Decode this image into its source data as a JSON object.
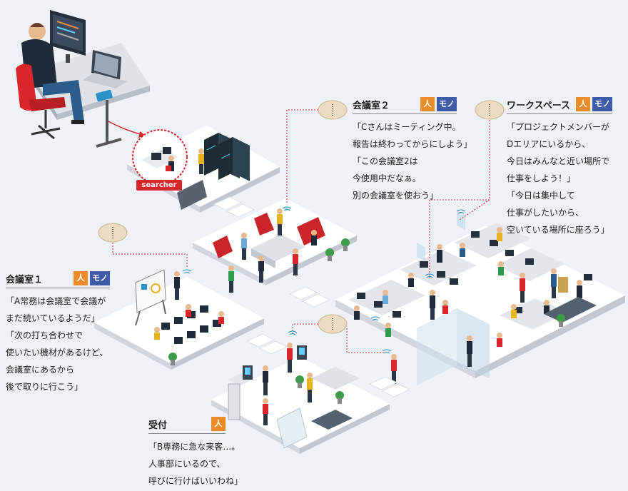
{
  "searcher_label": "searcher",
  "badges": {
    "person": "人",
    "thing": "モノ"
  },
  "callouts": {
    "meeting_room_2": {
      "title": "会議室２",
      "lines": [
        "「Cさんはミーティング中。",
        "報告は終わってからにしよう」",
        "「この会議室2は",
        "今使用中だなぁ。",
        "別の会議室を使おう」"
      ]
    },
    "workspace": {
      "title": "ワークスペース",
      "lines": [
        "「プロジェクトメンバーが",
        "Dエリアにいるから、",
        "今日はみんなと近い場所で",
        "仕事をしよう！」",
        "「今日は集中して",
        "仕事がしたいから、",
        "空いている場所に座ろう」"
      ]
    },
    "meeting_room_1": {
      "title": "会議室１",
      "lines": [
        "「A常務は会議室で会議が",
        "まだ続いているようだ」",
        "「次の打ち合わせで",
        "使いたい機材があるけど、",
        "会議室にあるから",
        "後で取りに行こう」"
      ]
    },
    "reception": {
      "title": "受付",
      "lines": [
        "「B専務に急な来客…。",
        "人事部にいるので、",
        "呼びに行けばいいわね」"
      ]
    }
  },
  "colors": {
    "accent_red": "#d9262a",
    "person_badge": "#ec8b2a",
    "thing_badge": "#3f5ca8",
    "floor": "#ffffff",
    "floor_side": "#c9ced6",
    "background": "#eef2f7"
  }
}
